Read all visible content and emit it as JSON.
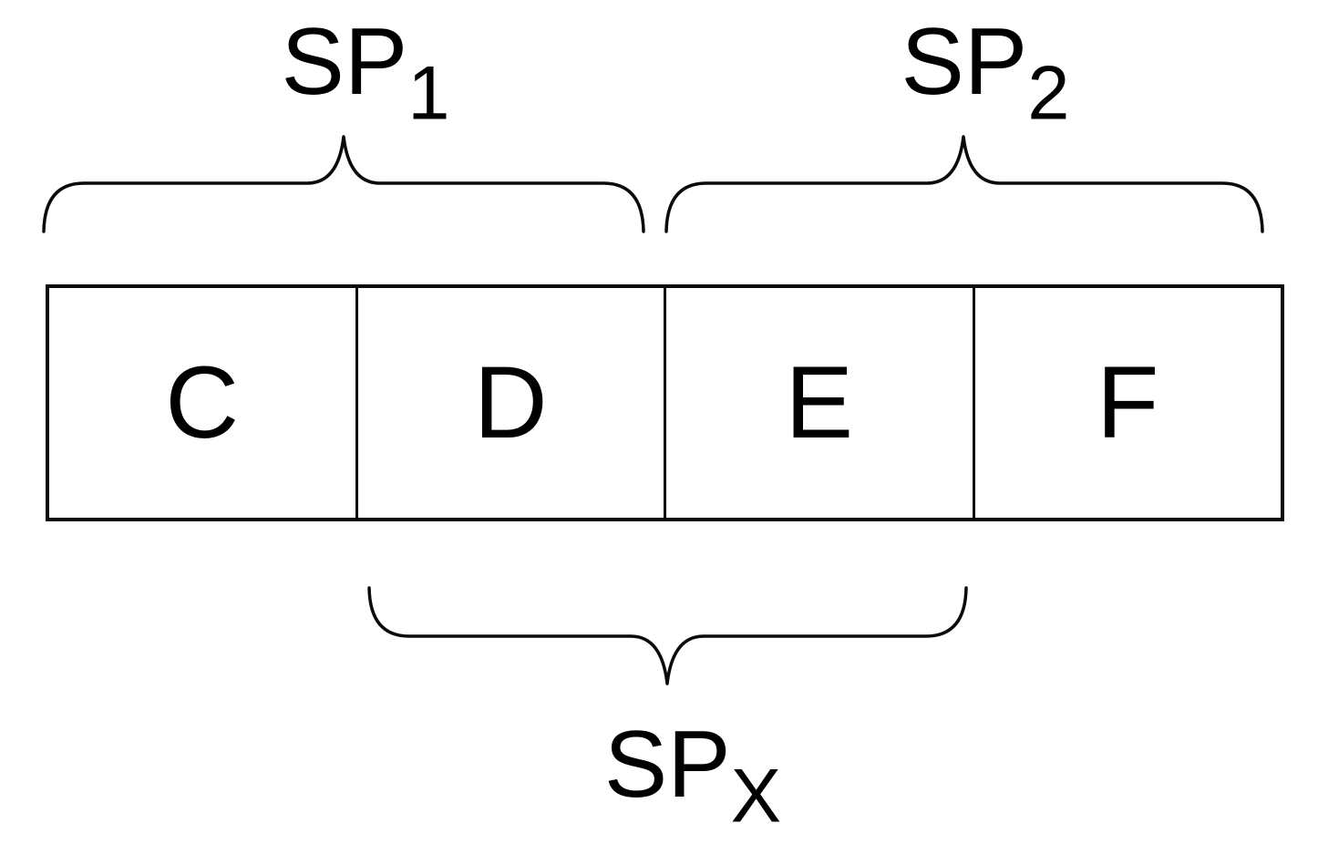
{
  "diagram": {
    "background_color": "#ffffff",
    "line_color": "#0a0a0a",
    "text_color": "#000000",
    "cells": [
      {
        "label": "C"
      },
      {
        "label": "D"
      },
      {
        "label": "E"
      },
      {
        "label": "F"
      }
    ],
    "braces": [
      {
        "id": "sp1",
        "base": "SP",
        "subscript": "1",
        "position": "top",
        "spans_cells": "C,D"
      },
      {
        "id": "sp2",
        "base": "SP",
        "subscript": "2",
        "position": "top",
        "spans_cells": "E,F"
      },
      {
        "id": "spx",
        "base": "SP",
        "subscript": "X",
        "position": "bottom",
        "spans_cells": "D,E"
      }
    ]
  }
}
